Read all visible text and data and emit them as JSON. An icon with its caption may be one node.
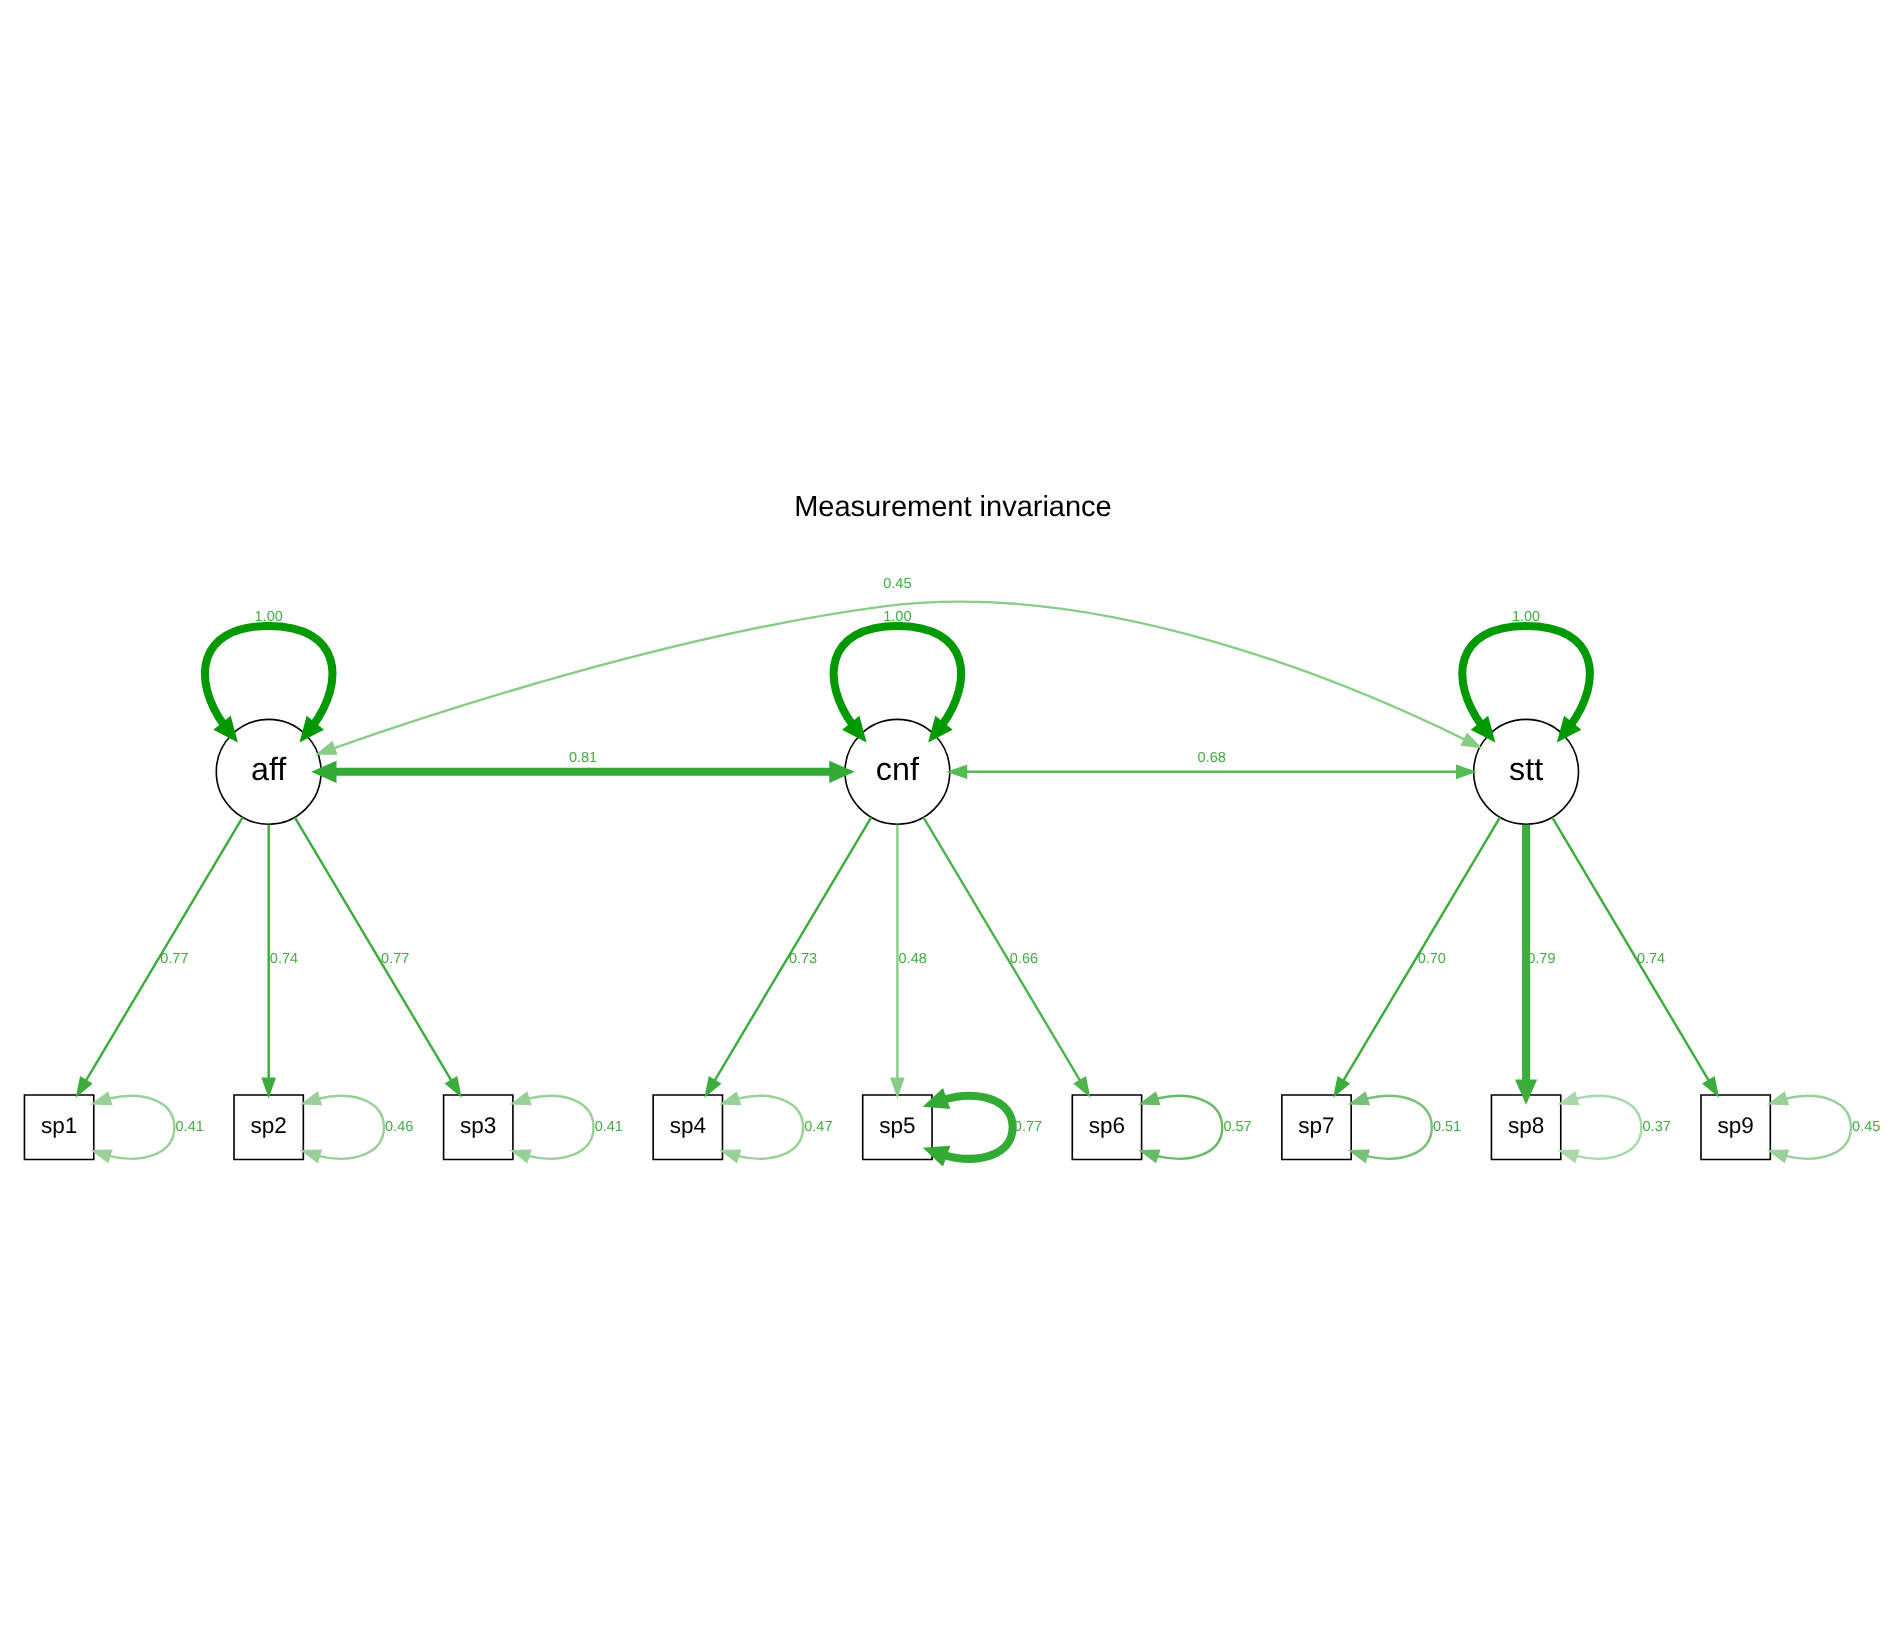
{
  "diagram": {
    "title": "Measurement invariance",
    "nodes": [
      {
        "text": [
          "aff"
        ]
      },
      {
        "text": [
          "cnf"
        ]
      },
      {
        "text": [
          "stt"
        ]
      },
      {
        "text": [
          "sp1"
        ]
      },
      {
        "text": [
          "sp2"
        ]
      },
      {
        "text": [
          "sp3"
        ]
      },
      {
        "text": [
          "sp4"
        ]
      },
      {
        "text": [
          "sp5"
        ]
      },
      {
        "text": [
          "sp6"
        ]
      },
      {
        "text": [
          "sp7"
        ]
      },
      {
        "text": [
          "sp8"
        ]
      },
      {
        "text": [
          "sp9"
        ]
      }
    ],
    "edges": [
      {
        "from": 0,
        "to": 0,
        "arrow": "both",
        "label": "1.00",
        "style": "thick",
        "color": "#009900"
      },
      {
        "from": 1,
        "to": 1,
        "arrow": "both",
        "label": "1.00",
        "style": "thick",
        "color": "#009900"
      },
      {
        "from": 2,
        "to": 2,
        "arrow": "both",
        "label": "1.00",
        "style": "thick",
        "color": "#009900"
      },
      {
        "from": 0,
        "to": 1,
        "arrow": "both",
        "label": "0.81",
        "style": "thick",
        "color": "#33aa33"
      },
      {
        "from": 1,
        "to": 2,
        "arrow": "both",
        "label": "0.68",
        "color": "#55bb55"
      },
      {
        "from": 0,
        "to": 2,
        "arrow": "both",
        "label": "0.45",
        "color": "#88cc88"
      },
      {
        "from": 0,
        "to": 3,
        "arrow": "to",
        "label": "0.77",
        "color": "#3cac3c"
      },
      {
        "from": 0,
        "to": 4,
        "arrow": "to",
        "label": "0.74",
        "color": "#3cac3c"
      },
      {
        "from": 0,
        "to": 5,
        "arrow": "to",
        "label": "0.77",
        "color": "#3cac3c"
      },
      {
        "from": 1,
        "to": 6,
        "arrow": "to",
        "label": "0.73",
        "color": "#3cac3c"
      },
      {
        "from": 1,
        "to": 7,
        "arrow": "to",
        "label": "0.48",
        "color": "#88cc88"
      },
      {
        "from": 1,
        "to": 8,
        "arrow": "to",
        "label": "0.66",
        "color": "#4cb44c"
      },
      {
        "from": 2,
        "to": 9,
        "arrow": "to",
        "label": "0.70",
        "color": "#3cac3c"
      },
      {
        "from": 2,
        "to": 10,
        "arrow": "to",
        "label": "0.79",
        "style": "thick",
        "color": "#3cac3c"
      },
      {
        "from": 2,
        "to": 11,
        "arrow": "to",
        "label": "0.74",
        "color": "#3cac3c"
      },
      {
        "from": 3,
        "to": 3,
        "arrow": "both",
        "label": "0.41",
        "color": "#99d099"
      },
      {
        "from": 4,
        "to": 4,
        "arrow": "both",
        "label": "0.46",
        "color": "#99d099"
      },
      {
        "from": 5,
        "to": 5,
        "arrow": "both",
        "label": "0.41",
        "color": "#99d099"
      },
      {
        "from": 6,
        "to": 6,
        "arrow": "both",
        "label": "0.47",
        "color": "#99d099"
      },
      {
        "from": 7,
        "to": 7,
        "arrow": "both",
        "label": "0.77",
        "style": "thick",
        "color": "#33aa33"
      },
      {
        "from": 8,
        "to": 8,
        "arrow": "both",
        "label": "0.57",
        "color": "#66bb66"
      },
      {
        "from": 9,
        "to": 9,
        "arrow": "both",
        "label": "0.51",
        "color": "#77c077"
      },
      {
        "from": 10,
        "to": 10,
        "arrow": "both",
        "label": "0.37",
        "color": "#aad8aa"
      },
      {
        "from": 11,
        "to": 11,
        "arrow": "both",
        "label": "0.45",
        "color": "#99d099"
      }
    ]
  }
}
